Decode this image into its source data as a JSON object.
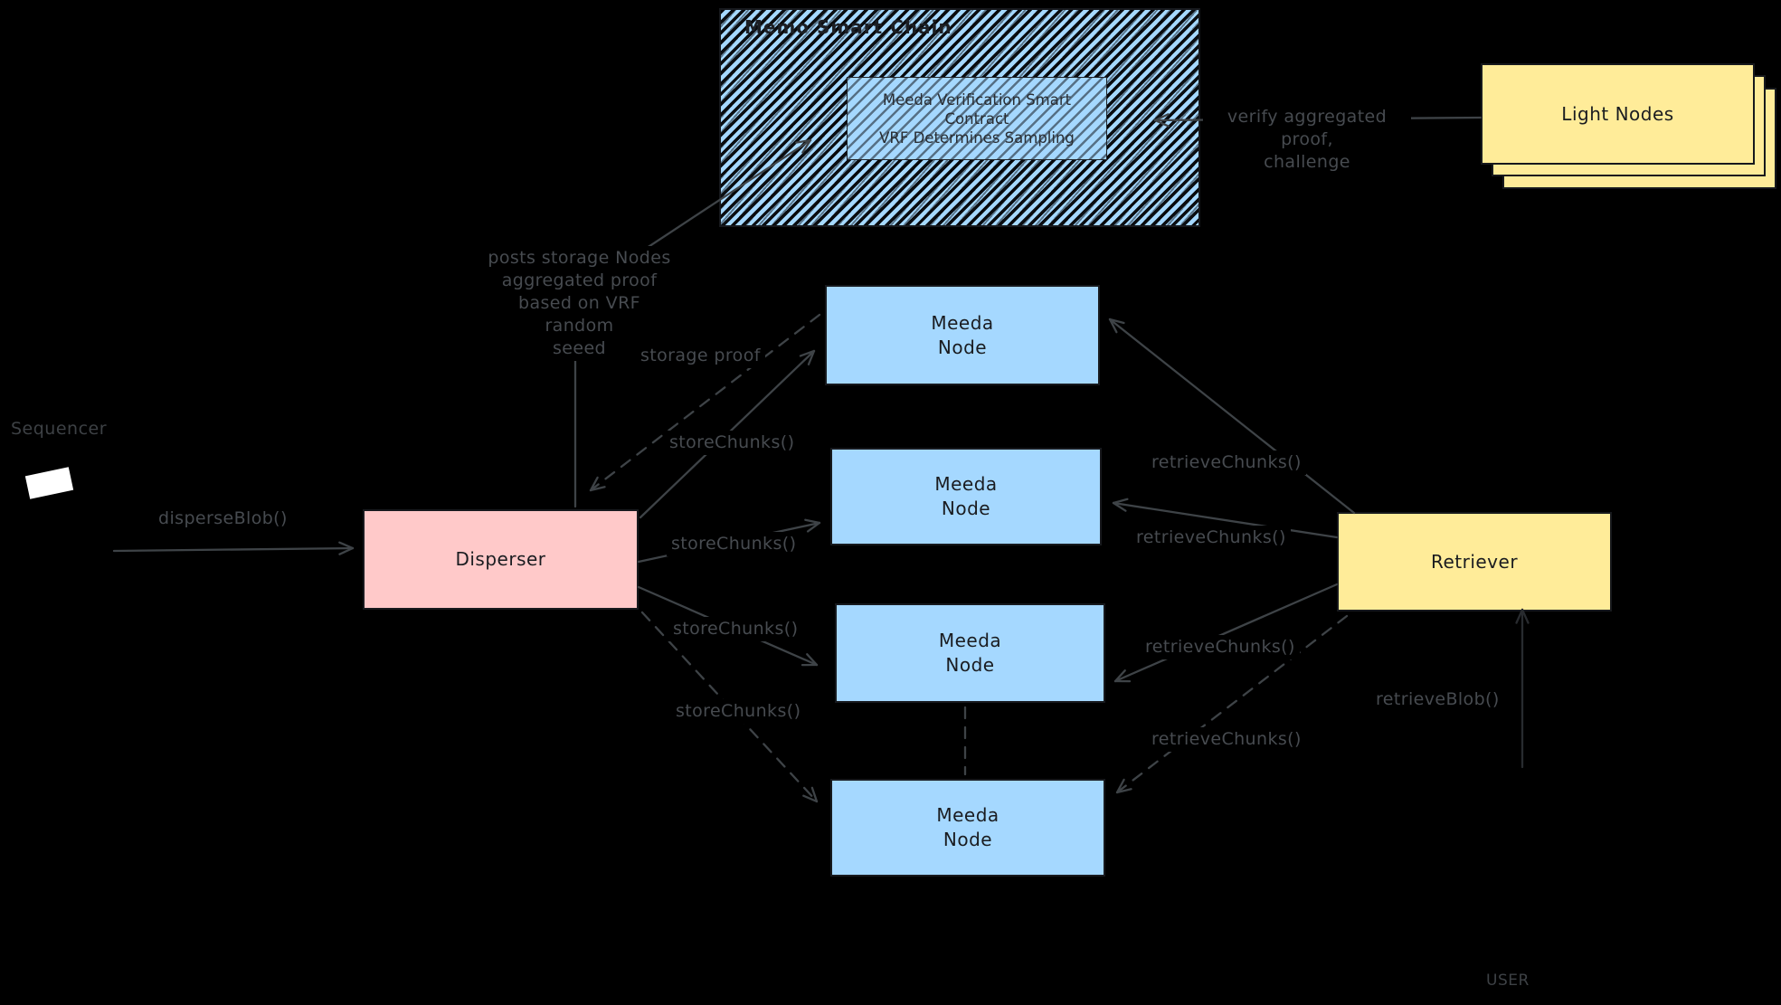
{
  "diagram": {
    "background": "#000000",
    "colors": {
      "node_blue": "#a5d8ff",
      "disperser_pink": "#ffc9c9",
      "retriever_yellow": "#ffec99",
      "stroke_dark": "#1e1e1e",
      "label_gray": "#474b50"
    },
    "smart_chain": {
      "title": "Memo Smart Chain",
      "contract": "Meeda Verification Smart\nContract\nVRF Determines Sampling"
    },
    "light_nodes": {
      "label": "Light Nodes"
    },
    "sequencer": {
      "label": "Sequencer"
    },
    "disperser": {
      "label": "Disperser"
    },
    "meeda_node": {
      "label": "Meeda\nNode"
    },
    "retriever": {
      "label": "Retriever"
    },
    "user": {
      "label": "USER"
    },
    "edge_labels": {
      "disperse_blob": "disperseBlob()",
      "store_chunks": "storeChunks()",
      "retrieve_chunks": "retrieveChunks()",
      "storage_proof": "storage proof",
      "posts_proof": "posts storage Nodes\naggregated proof\nbased on VRF random\nseeed",
      "verify": "verify aggregated proof,\nchallenge",
      "retrieve_blob": "retrieveBlob()"
    }
  }
}
